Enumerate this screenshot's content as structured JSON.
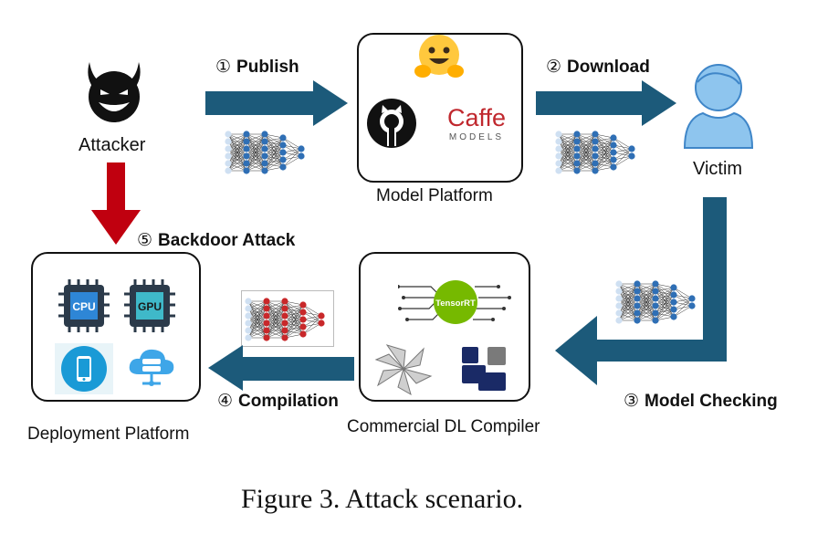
{
  "nodes": {
    "attacker": "Attacker",
    "model_platform": "Model Platform",
    "victim": "Victim",
    "compiler": "Commercial DL Compiler",
    "deployment": "Deployment Platform"
  },
  "steps": {
    "publish": {
      "num": "①",
      "label": "Publish"
    },
    "download": {
      "num": "②",
      "label": "Download"
    },
    "checking": {
      "num": "③",
      "label": "Model Checking"
    },
    "compilation": {
      "num": "④",
      "label": "Compilation"
    },
    "backdoor": {
      "num": "⑤",
      "label": "Backdoor Attack"
    }
  },
  "logos": {
    "caffe_title": "Caffe",
    "caffe_sub": "MODELS",
    "tensorrt": "TensorRT",
    "cpu": "CPU",
    "gpu": "GPU"
  },
  "caption": "Figure 3. Attack scenario.",
  "colors": {
    "arrow_blue": "#1c5a7a",
    "arrow_red": "#c0000f",
    "nn_blue": "#2f6fb5",
    "nn_red": "#c8282a",
    "victim_blue": "#8ec5ee"
  },
  "icons": [
    "devil-icon",
    "hugging-face-icon",
    "github-icon",
    "user-icon",
    "cpu-chip-icon",
    "gpu-chip-icon",
    "phone-icon",
    "cloud-icon",
    "tvm-icon",
    "onednn-icon"
  ]
}
